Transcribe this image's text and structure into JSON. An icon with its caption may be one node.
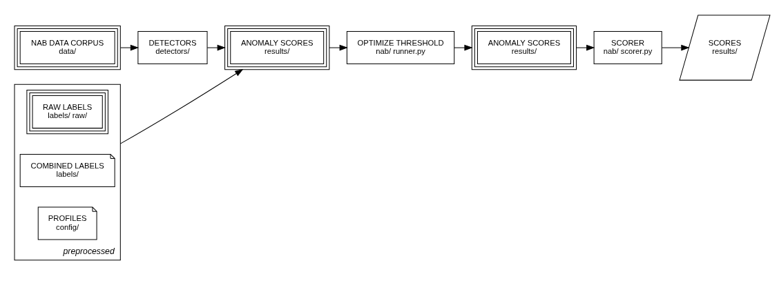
{
  "diagram": {
    "nodes": [
      {
        "text": [
          "NAB DATA CORPUS",
          "data/"
        ]
      },
      {
        "text": [
          "DETECTORS",
          "detectors/"
        ]
      },
      {
        "text": [
          "ANOMALY SCORES",
          "results/"
        ]
      },
      {
        "text": [
          "OPTIMIZE THRESHOLD",
          "nab/ runner.py"
        ]
      },
      {
        "text": [
          "ANOMALY SCORES",
          "results/"
        ]
      },
      {
        "text": [
          "SCORER",
          "nab/ scorer.py"
        ]
      },
      {
        "text": [
          "SCORES",
          "results/"
        ]
      },
      {
        "text": [
          "preprocessed"
        ]
      },
      {
        "text": [
          "RAW LABELS",
          "labels/ raw/"
        ],
        "in": 7
      },
      {
        "text": [
          "COMBINED LABELS",
          "labels/"
        ],
        "in": 7
      },
      {
        "text": [
          "PROFILES",
          "config/"
        ],
        "in": 7
      }
    ],
    "edges": [
      {
        "from": 0,
        "to": 1,
        "arrow": "to"
      },
      {
        "from": 1,
        "to": 2,
        "arrow": "to"
      },
      {
        "from": 2,
        "to": 3,
        "arrow": "to"
      },
      {
        "from": 3,
        "to": 4,
        "arrow": "to"
      },
      {
        "from": 4,
        "to": 5,
        "arrow": "to"
      },
      {
        "from": 5,
        "to": 6,
        "arrow": "to"
      },
      {
        "from": 7,
        "to": 2,
        "arrow": "to"
      }
    ]
  }
}
